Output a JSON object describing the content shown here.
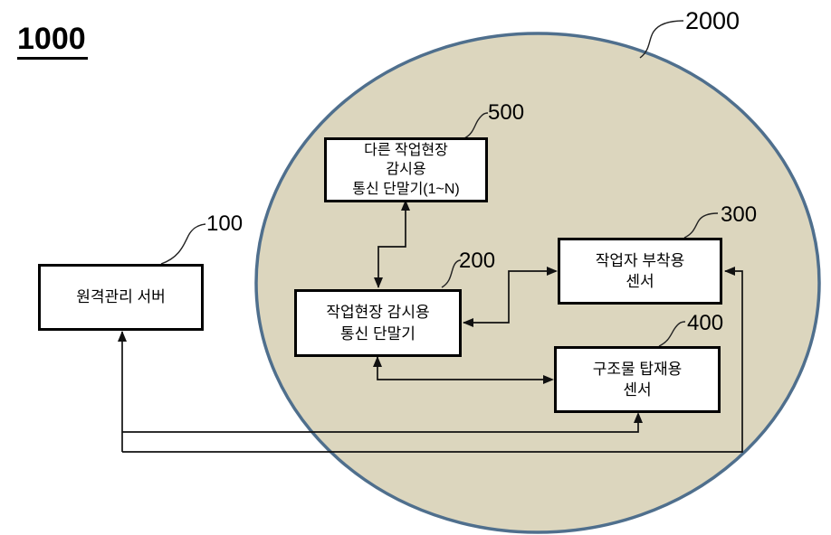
{
  "diagram": {
    "figure_ref": "1000",
    "network_ref": "2000"
  },
  "nodes": {
    "remote_server": {
      "ref": "100",
      "label": "원격관리 서버"
    },
    "site_terminal": {
      "ref": "200",
      "label": "작업현장 감시용\n통신 단말기"
    },
    "worker_sensor": {
      "ref": "300",
      "label": "작업자 부착용\n센서"
    },
    "structure_sensor": {
      "ref": "400",
      "label": "구조물 탑재용\n센서"
    },
    "other_site_terminals": {
      "ref": "500",
      "label": "다른 작업현장\n감시용\n통신 단말기(1~N)"
    }
  },
  "colors": {
    "ellipse_fill": "#DCD6BE",
    "ellipse_stroke": "#4F6F8D",
    "box_fill": "#FFFFFF",
    "box_border": "#000000",
    "connector": "#111111",
    "text": "#000000"
  }
}
